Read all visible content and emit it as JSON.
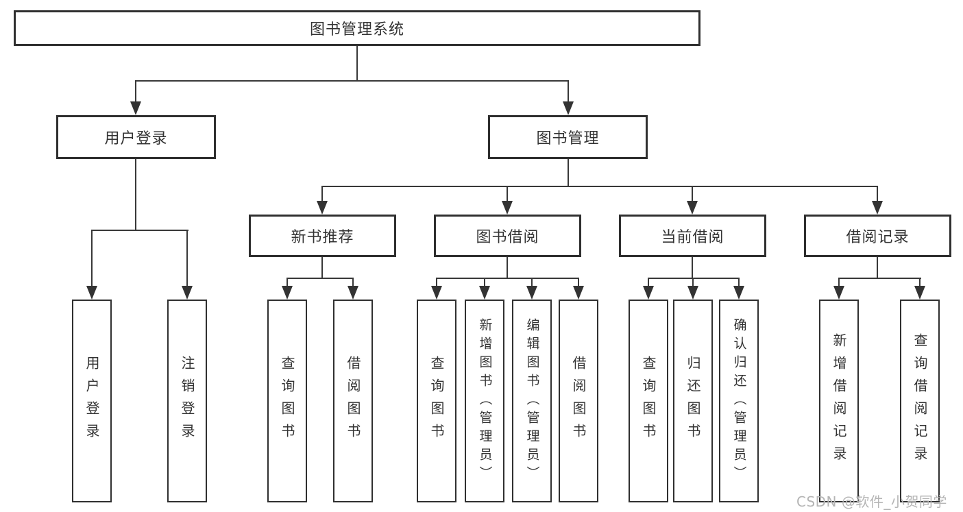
{
  "diagram": {
    "root": {
      "label": "图书管理系统"
    },
    "level2": [
      {
        "label": "用户登录"
      },
      {
        "label": "图书管理"
      }
    ],
    "level3": [
      {
        "label": "新书推荐"
      },
      {
        "label": "图书借阅"
      },
      {
        "label": "当前借阅"
      },
      {
        "label": "借阅记录"
      }
    ],
    "leaves": [
      {
        "label": "用户登录"
      },
      {
        "label": "注销登录"
      },
      {
        "label": "查询图书"
      },
      {
        "label": "借阅图书"
      },
      {
        "label": "查询图书"
      },
      {
        "label": "新增图书（管理员）"
      },
      {
        "label": "编辑图书（管理员）"
      },
      {
        "label": "借阅图书"
      },
      {
        "label": "查询图书"
      },
      {
        "label": "归还图书"
      },
      {
        "label": "确认归还（管理员）"
      },
      {
        "label": "新增借阅记录"
      },
      {
        "label": "查询借阅记录"
      }
    ],
    "watermark": {
      "text": "CSDN @软件_小贺同学"
    },
    "colors": {
      "line": "#383838",
      "border": "#2f2f2f",
      "text": "#333333",
      "background": "#ffffff",
      "watermark": "#b5b5b5"
    }
  }
}
